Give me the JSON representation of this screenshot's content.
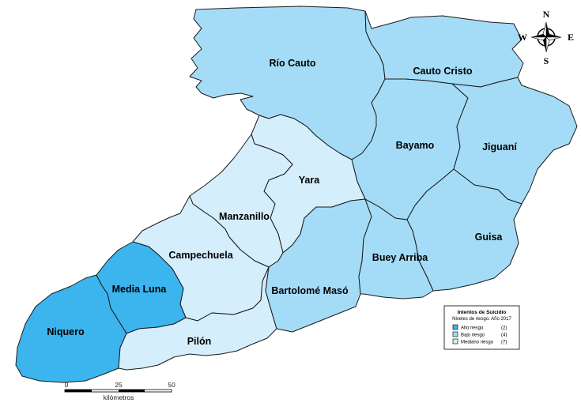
{
  "colors": {
    "alto": "#3cb4ee",
    "bajo": "#a4dcf7",
    "mediano": "#d5eefb",
    "border": "#1a1a1a"
  },
  "regions": [
    {
      "name": "Río Cauto",
      "risk": "bajo"
    },
    {
      "name": "Cauto Cristo",
      "risk": "bajo"
    },
    {
      "name": "Bayamo",
      "risk": "bajo"
    },
    {
      "name": "Jiguaní",
      "risk": "bajo"
    },
    {
      "name": "Yara",
      "risk": "mediano"
    },
    {
      "name": "Manzanillo",
      "risk": "mediano"
    },
    {
      "name": "Campechuela",
      "risk": "mediano"
    },
    {
      "name": "Media Luna",
      "risk": "alto"
    },
    {
      "name": "Niquero",
      "risk": "alto"
    },
    {
      "name": "Pilón",
      "risk": "mediano"
    },
    {
      "name": "Bartolomé Masó",
      "risk": "bajo"
    },
    {
      "name": "Buey Arriba",
      "risk": "bajo"
    },
    {
      "name": "Guisa",
      "risk": "bajo"
    }
  ],
  "compass": {
    "n": "N",
    "s": "S",
    "e": "E",
    "w": "W"
  },
  "scale": {
    "ticks": [
      "0",
      "25",
      "50"
    ],
    "unit": "kilómetros"
  },
  "legend": {
    "title": "Intentos de Suicidio",
    "subtitle": "Niveles de riesgo. Año 2017",
    "items": [
      {
        "label": "Alto riesgo",
        "count": "(2)",
        "risk": "alto"
      },
      {
        "label": "Bajo riesgo",
        "count": "(4)",
        "risk": "bajo"
      },
      {
        "label": "Mediano riesgo",
        "count": "(7)",
        "risk": "mediano"
      }
    ]
  }
}
